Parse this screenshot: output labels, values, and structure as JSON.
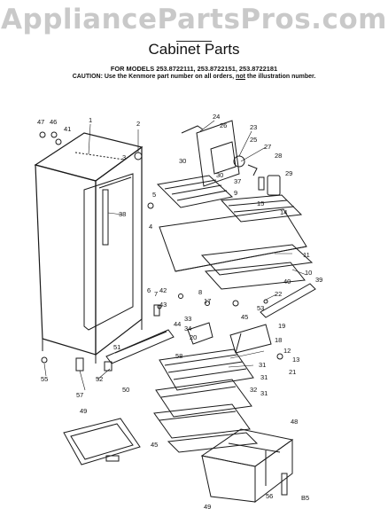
{
  "watermark": "AppliancePartsPros.com",
  "header": {
    "title": "Cabinet Parts",
    "models_line": "FOR MODELS 253.8722111, 253.8722151, 253.8722181",
    "caution_prefix": "CAUTION: Use the Kenmore part number on all orders,",
    "caution_not": "not",
    "caution_suffix": "the illustration number."
  },
  "callouts": [
    "47",
    "46",
    "1",
    "2",
    "3",
    "41",
    "24",
    "26",
    "23",
    "25",
    "27",
    "28",
    "30",
    "30",
    "37",
    "29",
    "15",
    "14",
    "38",
    "5",
    "4",
    "9",
    "11",
    "10",
    "39",
    "40",
    "22",
    "42",
    "43",
    "7",
    "6",
    "8",
    "17",
    "53",
    "45",
    "33",
    "34",
    "44",
    "20",
    "19",
    "18",
    "12",
    "13",
    "21",
    "51",
    "52",
    "50",
    "55",
    "57",
    "58",
    "31",
    "31",
    "32",
    "31",
    "45",
    "49",
    "48",
    "49",
    "56",
    "B5"
  ]
}
